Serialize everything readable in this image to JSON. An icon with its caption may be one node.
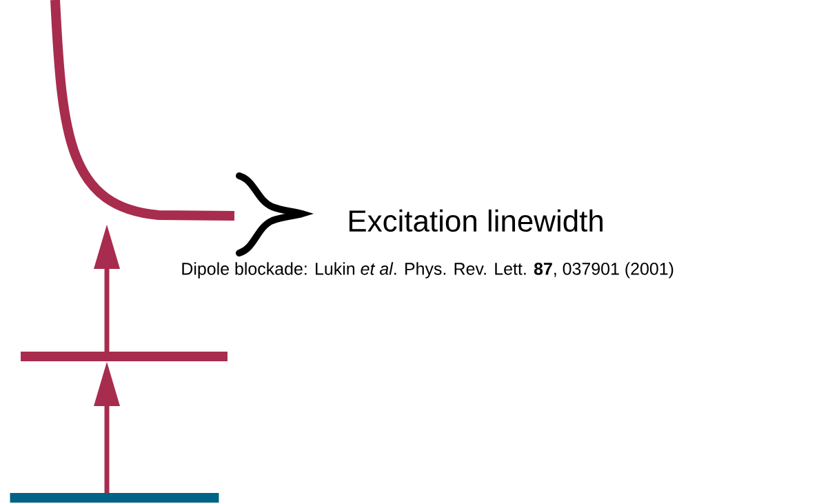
{
  "diagram": {
    "nodes": [
      {
        "text": [],
        "shape": "curve"
      },
      {
        "text": [],
        "shape": "bar"
      },
      {
        "text": [],
        "shape": "bar"
      }
    ],
    "edges": [
      {
        "from": 2,
        "to": 1,
        "arrow": "to"
      },
      {
        "from": 1,
        "to": 0,
        "arrow": "to"
      }
    ],
    "labels": [
      "Excitation linewidth",
      "Dipole blockade: Lukin *et al*. Phys. Rev. Lett. **87**, 037901 (2001)"
    ]
  }
}
